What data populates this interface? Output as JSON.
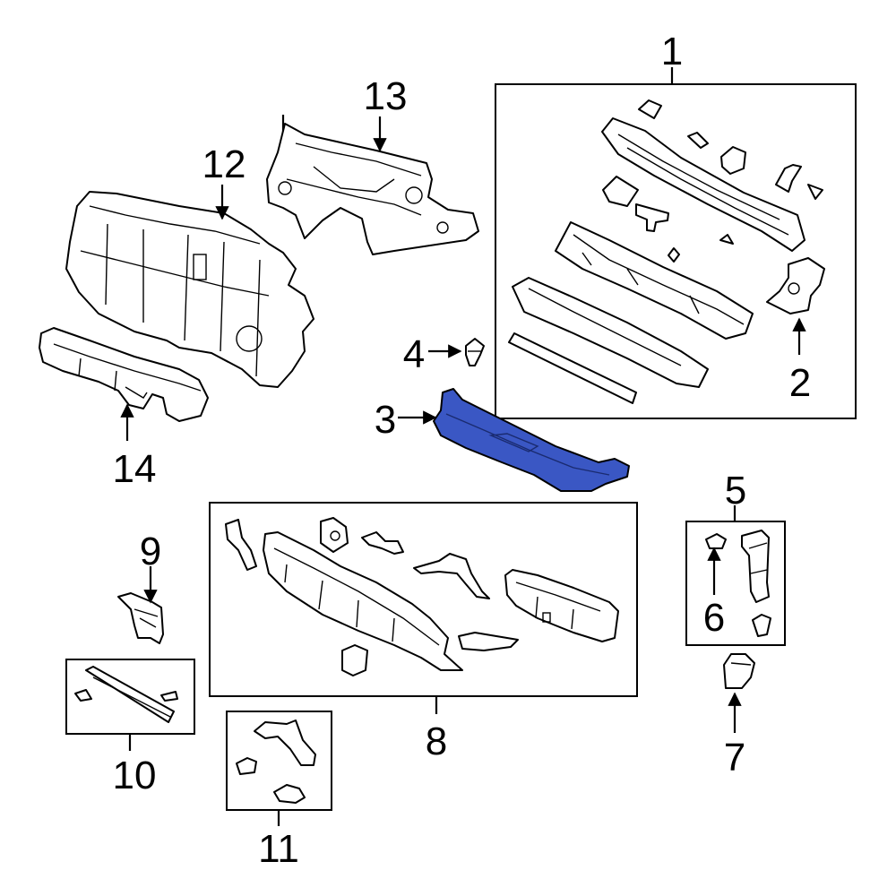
{
  "callouts": [
    {
      "id": "1",
      "label": "1"
    },
    {
      "id": "2",
      "label": "2"
    },
    {
      "id": "3",
      "label": "3"
    },
    {
      "id": "4",
      "label": "4"
    },
    {
      "id": "5",
      "label": "5"
    },
    {
      "id": "6",
      "label": "6"
    },
    {
      "id": "7",
      "label": "7"
    },
    {
      "id": "8",
      "label": "8"
    },
    {
      "id": "9",
      "label": "9"
    },
    {
      "id": "10",
      "label": "10"
    },
    {
      "id": "11",
      "label": "11"
    },
    {
      "id": "12",
      "label": "12"
    },
    {
      "id": "13",
      "label": "13"
    },
    {
      "id": "14",
      "label": "14"
    }
  ],
  "colors": {
    "highlight_part": "#3a57c4",
    "line": "#000000",
    "background": "#ffffff"
  },
  "highlighted_callout": "3"
}
